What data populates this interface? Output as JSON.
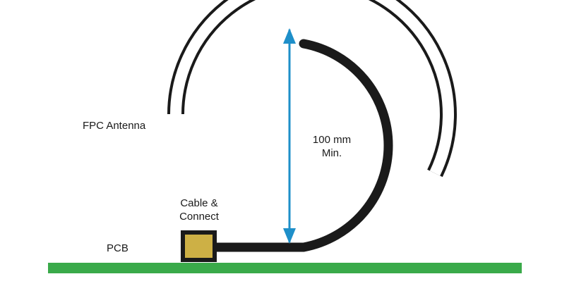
{
  "labels": {
    "fpc_antenna": "FPC Antenna",
    "dimension_line1": "100 mm",
    "dimension_line2": "Min.",
    "cable_line1": "Cable &",
    "cable_line2": "Connect",
    "pcb": "PCB"
  },
  "colors": {
    "pcb": "#3aaa4a",
    "connector_fill": "#cdb045",
    "cable": "#1a1a1a",
    "dimension_arrow": "#1e8fc9",
    "antenna_outline": "#1a1a1a",
    "antenna_fill": "#ffffff"
  }
}
